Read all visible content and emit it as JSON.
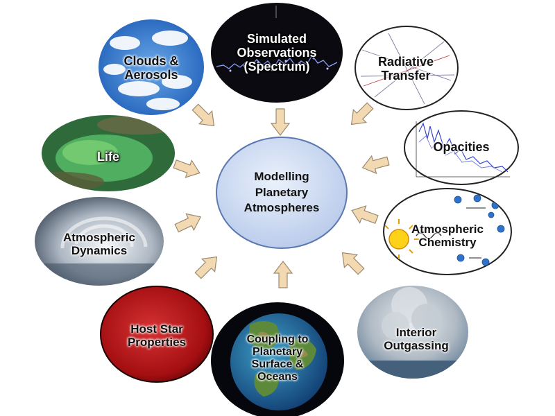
{
  "center": {
    "lines": [
      "Modelling",
      "Planetary",
      "Atmospheres"
    ]
  },
  "nodes": {
    "simulated_observations": {
      "lines": [
        "Simulated",
        "Observations",
        "(Spectrum)"
      ]
    },
    "radiative_transfer": {
      "lines": [
        "Radiative",
        "Transfer"
      ]
    },
    "opacities": {
      "lines": [
        "Opacities"
      ]
    },
    "atmospheric_chemistry": {
      "lines": [
        "Atmospheric",
        "Chemistry"
      ]
    },
    "interior_outgassing": {
      "lines": [
        "Interior",
        "Outgassing"
      ]
    },
    "coupling_surface_oceans": {
      "lines": [
        "Coupling to",
        "Planetary",
        "Surface &",
        "Oceans"
      ]
    },
    "host_star_properties": {
      "lines": [
        "Host Star",
        "Properties"
      ]
    },
    "atmospheric_dynamics": {
      "lines": [
        "Atmospheric",
        "Dynamics"
      ]
    },
    "life": {
      "lines": [
        "Life"
      ]
    },
    "clouds_aerosols": {
      "lines": [
        "Clouds &",
        "Aerosols"
      ]
    }
  },
  "colors": {
    "arrow_fill": "#f3d9b1",
    "arrow_stroke": "#9b8a70",
    "center_fill": "#c9d8f0",
    "center_stroke": "#5b79b0"
  }
}
